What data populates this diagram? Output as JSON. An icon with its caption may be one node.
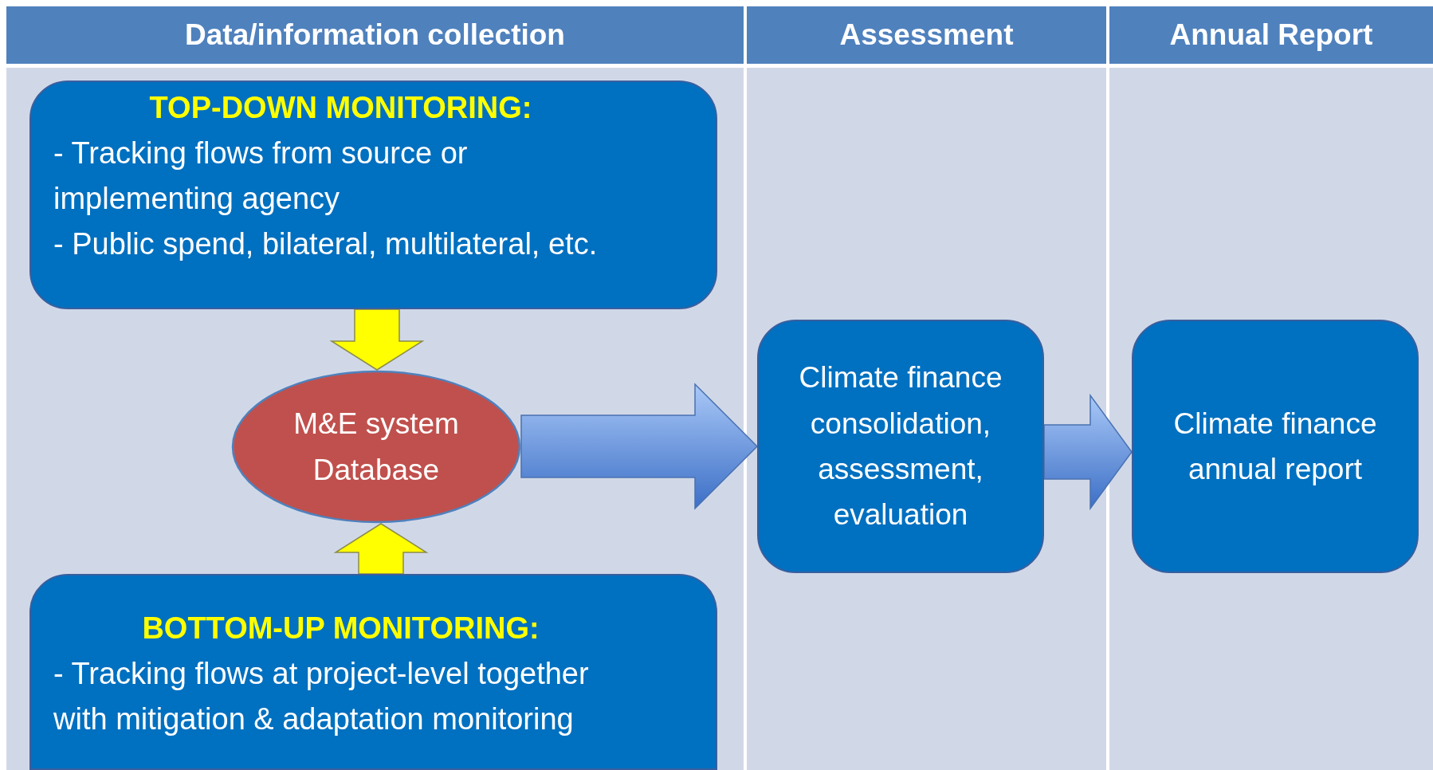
{
  "diagram": {
    "nodes": [
      {
        "text": [
          "Data/information collection"
        ]
      },
      {
        "text": [
          "Assessment"
        ]
      },
      {
        "text": [
          "Annual Report"
        ]
      },
      {
        "text": [
          "TOP-DOWN MONITORING:",
          "- Tracking flows from source or implementing agency",
          "- Public spend, bilateral, multilateral, etc."
        ]
      },
      {
        "text": [
          "M&E system Database"
        ]
      },
      {
        "text": [
          "BOTTOM-UP MONITORING:",
          "- Tracking flows at project-level together with mitigation & adaptation monitoring"
        ]
      },
      {
        "text": [
          "Climate finance consolidation, assessment, evaluation"
        ]
      },
      {
        "text": [
          "Climate finance annual report"
        ]
      }
    ],
    "edges": [
      {
        "from": 3,
        "to": 4,
        "arrow": "to",
        "color": "#ffff00"
      },
      {
        "from": 5,
        "to": 4,
        "arrow": "to",
        "color": "#ffff00"
      },
      {
        "from": 4,
        "to": 6,
        "arrow": "to"
      },
      {
        "from": 6,
        "to": 7,
        "arrow": "to"
      }
    ]
  }
}
